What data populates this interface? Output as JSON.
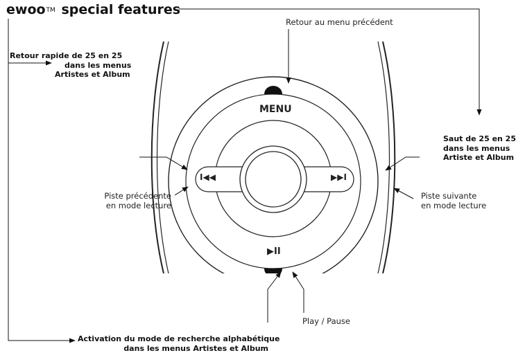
{
  "title": {
    "brand": "ewoo",
    "trademark": "TM",
    "text": "special features"
  },
  "buttons": {
    "menu": "MENU",
    "previous": "I◀◀",
    "next": "▶▶I",
    "play_pause": "▶II"
  },
  "labels": {
    "menu_back": "Retour au menu précédent",
    "fast_back_line1": "Retour rapide de 25 en 25",
    "fast_back_line2": "dans les menus",
    "fast_back_line3": "Artistes et Album",
    "prev_track_line1": "Piste précédente",
    "prev_track_line2": "en mode lecture",
    "jump_line1": "Saut de 25 en 25",
    "jump_line2": "dans les menus",
    "jump_line3": "Artiste et Album",
    "next_track_line1": "Piste suivante",
    "next_track_line2": "en mode lecture",
    "alpha_line1": "Activation du mode de recherche alphabétique",
    "alpha_line2": "dans les menus Artistes et Album",
    "play_pause": "Play / Pause"
  }
}
